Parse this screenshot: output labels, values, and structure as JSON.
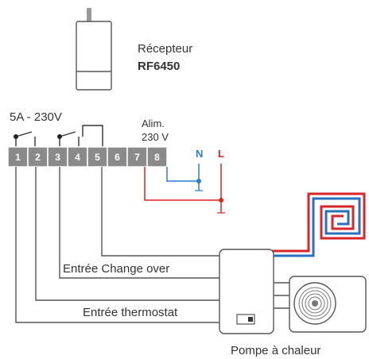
{
  "receiver": {
    "label": "Récepteur",
    "model": "RF6450"
  },
  "relay_rating": "5A - 230V",
  "supply": {
    "line1": "Alim.",
    "line2": "230 V",
    "neutral": "N",
    "live": "L"
  },
  "terminals": [
    "1",
    "2",
    "3",
    "4",
    "5",
    "6",
    "7",
    "8"
  ],
  "inputs": {
    "change_over": "Entrée Change over",
    "thermostat": "Entrée thermostat"
  },
  "heat_pump_label": "Pompe à chaleur",
  "colors": {
    "terminal": "#8a8a8a",
    "wire": "#555555",
    "neutral": "#2a7fd0",
    "live": "#e0261f",
    "pipe_red": "#d9262a",
    "pipe_blue": "#2a6fc0"
  }
}
